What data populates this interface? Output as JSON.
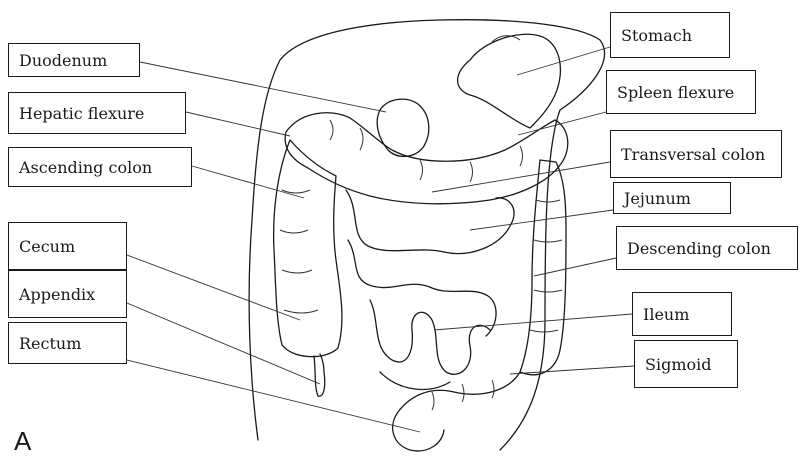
{
  "figure": {
    "panel_letter": "A",
    "labels": {
      "duodenum": "Duodenum",
      "hepatic_flexure": "Hepatic flexure",
      "ascending_colon": "Ascending colon",
      "cecum": "Cecum",
      "appendix": "Appendix",
      "rectum": "Rectum",
      "stomach": "Stomach",
      "spleen_flexure": "Spleen flexure",
      "transversal_colon": "Transversal colon",
      "jejunum": "Jejunum",
      "descending_colon": "Descending colon",
      "ileum": "Ileum",
      "sigmoid": "Sigmoid"
    }
  }
}
